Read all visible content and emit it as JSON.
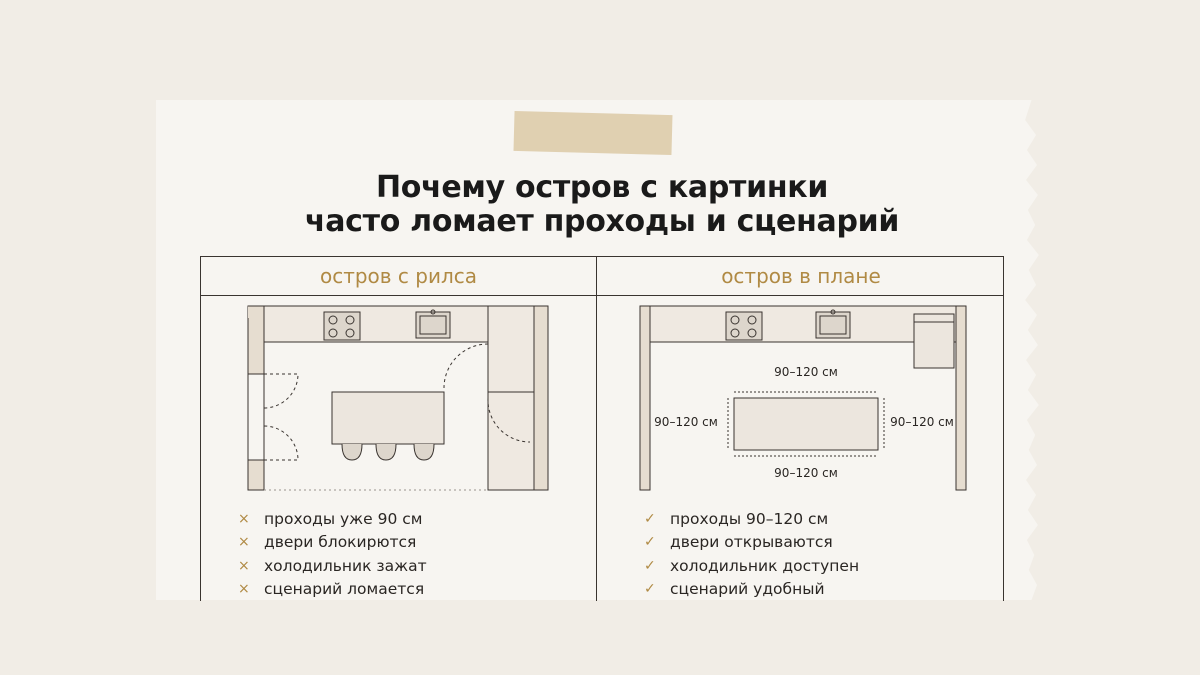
{
  "title": {
    "line1": "Почему остров с картинки",
    "line2": "часто ломает проходы и сценарий"
  },
  "columns": {
    "left": {
      "heading": "остров с рилса",
      "mark": "×",
      "items": [
        "проходы уже 90 см",
        "двери блокирются",
        "холодильник зажат",
        "сценарий ломается"
      ]
    },
    "right": {
      "heading": "остров в плане",
      "mark": "✓",
      "items": [
        "проходы 90–120 см",
        "двери открываются",
        "холодильник доступен",
        "сценарий удобный"
      ],
      "dimensions": {
        "top": "90–120 см",
        "left": "90–120 см",
        "right": "90–120 см",
        "bottom": "90–120 см"
      }
    }
  },
  "colors": {
    "accent": "#b08a44",
    "ink": "#2a2623",
    "paper": "#f7f5f1",
    "background": "#f1ede6",
    "tape": "#dcc9a6"
  }
}
